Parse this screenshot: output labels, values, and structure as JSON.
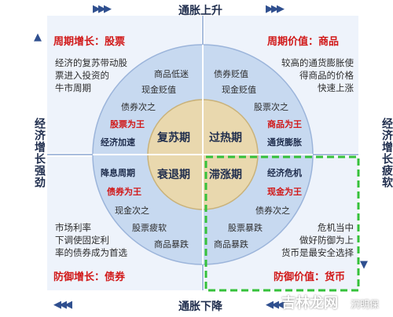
{
  "axes": {
    "top": "通胀上升",
    "bottom": "通胀下降",
    "left": "经济增长强劲",
    "right": "经济增长疲软"
  },
  "quadrants": {
    "top_left": {
      "title": "周期增长：股票",
      "desc": [
        "经济的复苏带动股",
        "票进入投资的",
        "牛市周期"
      ]
    },
    "top_right": {
      "title": "周期价值：商品",
      "desc": [
        "较高的通货膨胀使",
        "得商品的价格",
        "快速上涨"
      ]
    },
    "bottom_left": {
      "title": "防御增长：债券",
      "desc": [
        "市场利率",
        "下调使固定利",
        "率的债券成为首选"
      ]
    },
    "bottom_right": {
      "title": "防御价值：货币",
      "desc": [
        "危机当中",
        "做好防御为上",
        "货币是最安全选择"
      ]
    }
  },
  "ring": {
    "tl": [
      "商品低迷",
      "现金贬值",
      "债券次之",
      "股票为王",
      "经济加速"
    ],
    "tr": [
      "债券贬值",
      "现金贬值",
      "股票次之",
      "商品为王",
      "通货膨胀"
    ],
    "bl": [
      "降息周期",
      "债券为王",
      "现金次之",
      "股票疲软",
      "商品暴跌"
    ],
    "br": [
      "经济危机",
      "现金为王",
      "债券次之",
      "股票暴跌",
      "商品暴跌"
    ]
  },
  "core": {
    "tl": "复苏期",
    "tr": "过热期",
    "bl": "衰退期",
    "br": "滞涨期"
  },
  "watermark": {
    "main": "吉林龙网",
    "sub": "沉明保"
  },
  "colors": {
    "red_text": "#d11818",
    "quadrant_bg": "#eef3fb",
    "ring_fill": "#c7d9f0",
    "core_fill": "#e9d8ae",
    "dashed_highlight": "#35c13a",
    "border": "#8aa6d2"
  }
}
